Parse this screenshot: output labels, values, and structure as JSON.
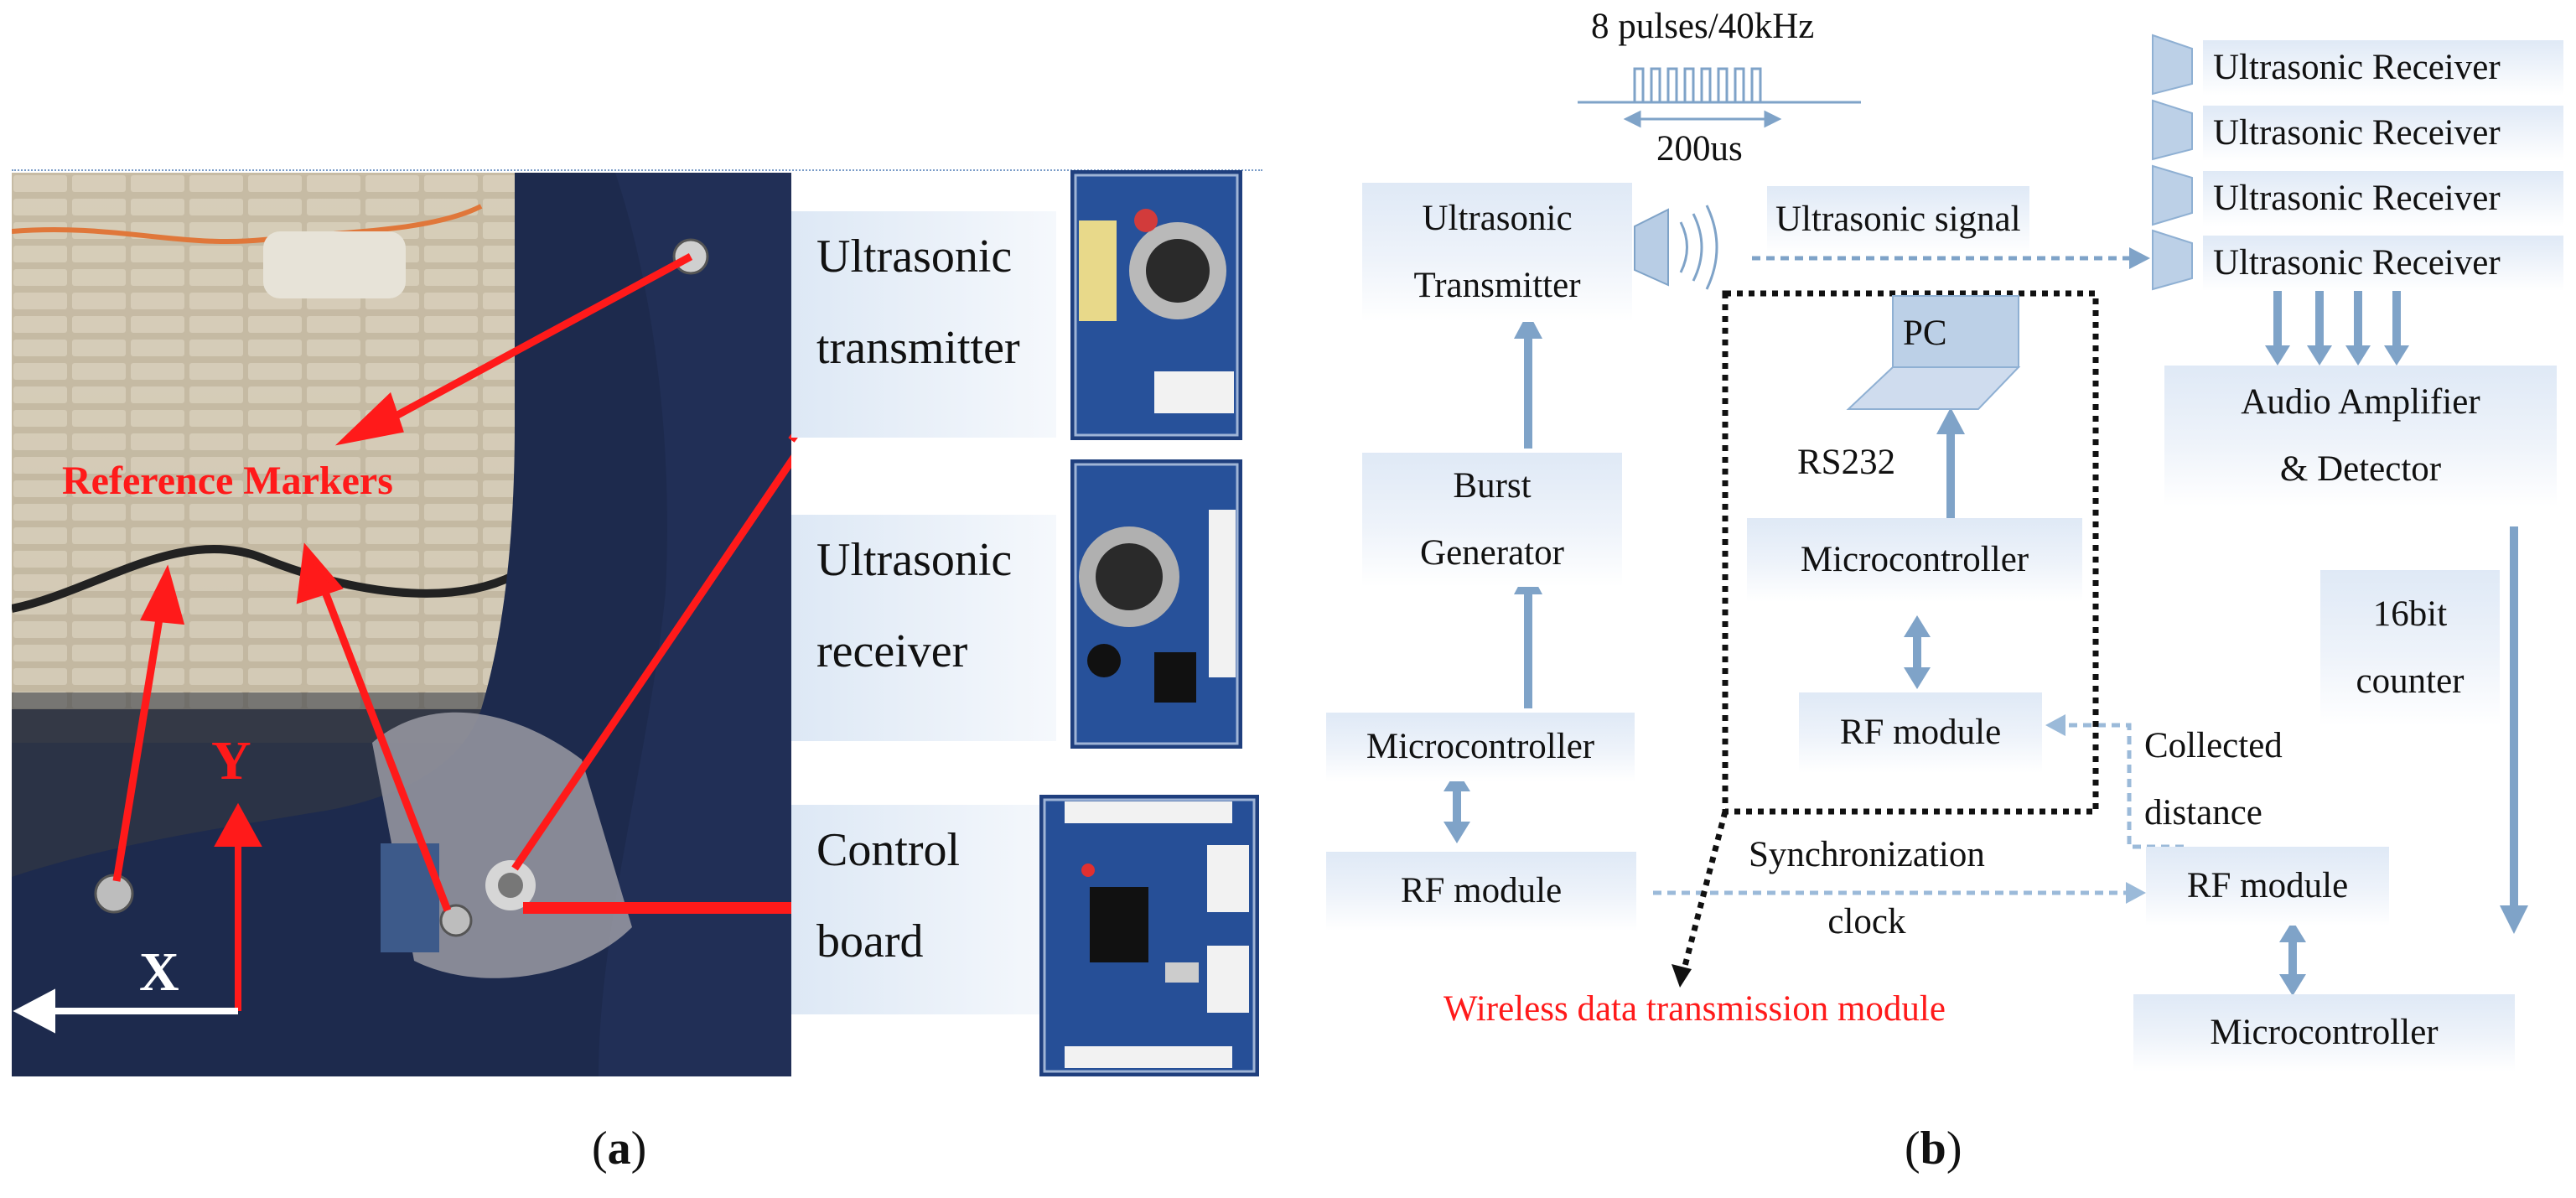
{
  "panel_a": {
    "caption_open": "(",
    "caption_letter": "a",
    "caption_close": ")",
    "reference_markers": "Reference Markers",
    "axis_x": "X",
    "axis_y": "Y",
    "label_transmitter": "Ultrasonic\ntransmitter",
    "label_receiver": "Ultrasonic\nreceiver",
    "label_control": "Control\nboard"
  },
  "panel_b": {
    "caption_open": "(",
    "caption_letter": "b",
    "caption_close": ")",
    "pulse_label": "8 pulses/40kHz",
    "pulse_width": "200us",
    "ultrasonic_transmitter": "Ultrasonic\nTransmitter",
    "ultrasonic_signal": "Ultrasonic signal",
    "receivers": [
      "Ultrasonic Receiver",
      "Ultrasonic Receiver",
      "Ultrasonic Receiver",
      "Ultrasonic Receiver"
    ],
    "audio_amplifier": "Audio Amplifier\n& Detector",
    "counter": "16bit\ncounter",
    "burst_generator": "Burst\nGenerator",
    "pc": "PC",
    "rs232": "RS232",
    "microcontroller_center": "Microcontroller",
    "rf_module_center": "RF module",
    "microcontroller_left": "Microcontroller",
    "rf_module_left": "RF module",
    "collected_distance": "Collected\ndistance",
    "sync_clock": "Synchronization\nclock",
    "rf_module_right": "RF module",
    "microcontroller_right": "Microcontroller",
    "wireless_module": "Wireless data transmission module"
  },
  "colors": {
    "arrow_blue": "#7fa3c8",
    "arrow_red": "#ff1a1a",
    "marker_red": "#ee1c1c",
    "box_gradient_top": "#dfe9f6"
  }
}
